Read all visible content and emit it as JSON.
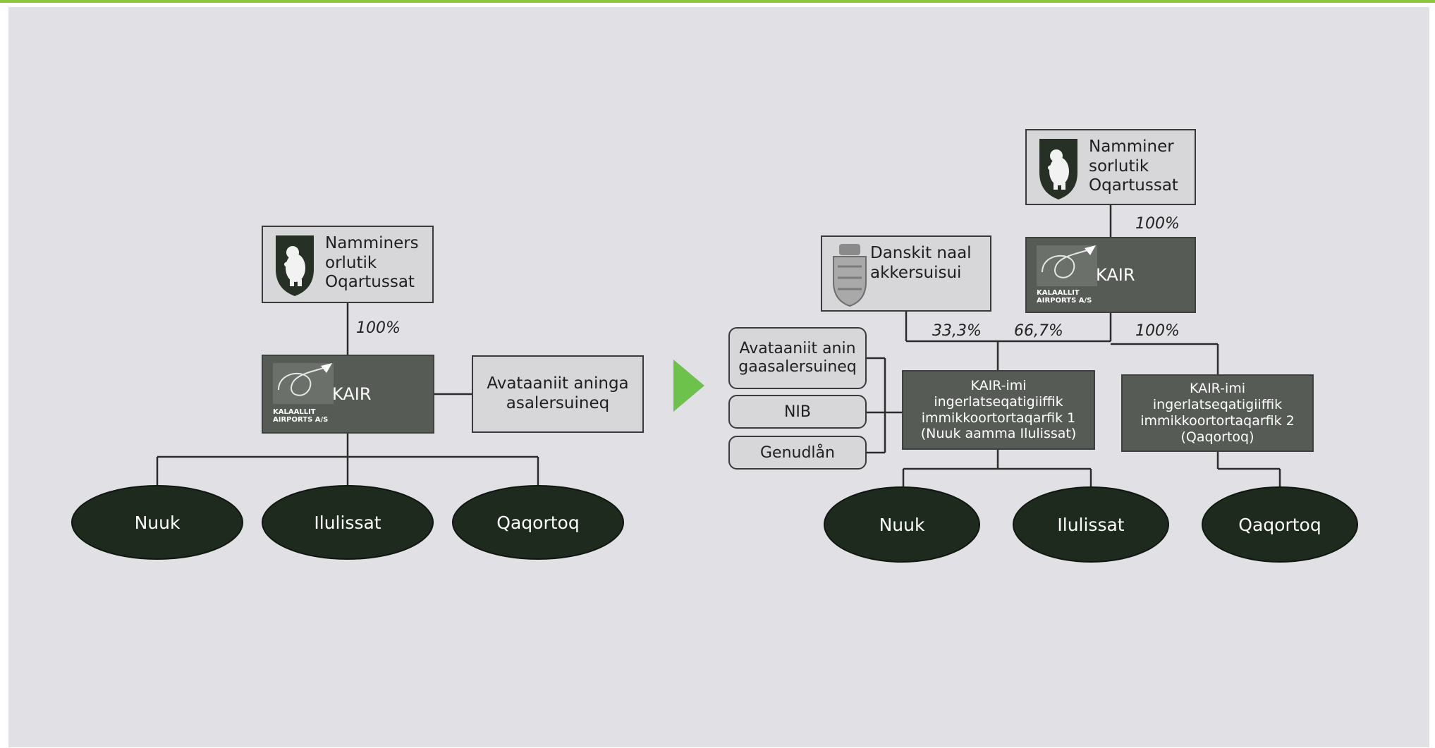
{
  "colors": {
    "panel_background": "#e1e1e5",
    "light_box": "#d7d7d9",
    "dark_box": "#575b56",
    "oval": "#1f2a1f",
    "arrow": "#6cc24a",
    "top_line": "#8cc63f"
  },
  "left": {
    "owner": {
      "label": "Namminers orlutik Oqartussat",
      "icon": "greenland-bear-coat-of-arms-icon"
    },
    "owner_pct": "100%",
    "kair": {
      "label": "KAIR",
      "logo_text": "KALAALLIT AIRPORTS A/S",
      "icon": "kalaallit-airports-logo-icon"
    },
    "side_box": "Avataaniit aningaasalersuineq",
    "airports": [
      "Nuuk",
      "Ilulissat",
      "Qaqortoq"
    ]
  },
  "arrow_icon": "right-triangle-arrow-icon",
  "right": {
    "owner": {
      "label": "Namminer sorlutik Oqartussat",
      "icon": "greenland-bear-coat-of-arms-icon"
    },
    "owner_pct": "100%",
    "danish": {
      "label": "Danskit naalakkersuisui",
      "icon": "danish-coat-of-arms-icon"
    },
    "kair": {
      "label": "KAIR",
      "logo_text": "KALAALLIT AIRPORTS A/S",
      "icon": "kalaallit-airports-logo-icon"
    },
    "pct_danish": "33,3%",
    "pct_kair_sub1": "66,7%",
    "pct_kair_sub2": "100%",
    "financing": [
      "Avataaniit aningaasalersuineq",
      "NIB",
      "Genudlån"
    ],
    "sub1": "KAIR-imi ingerlatseqatigiiffik immikkoortortaqarfik 1 (Nuuk aamma Ilulissat)",
    "sub2": "KAIR-imi ingerlatseqatigiiffik immikkoortortaqarfik 2 (Qaqortoq)",
    "airports": [
      "Nuuk",
      "Ilulissat",
      "Qaqortoq"
    ]
  }
}
